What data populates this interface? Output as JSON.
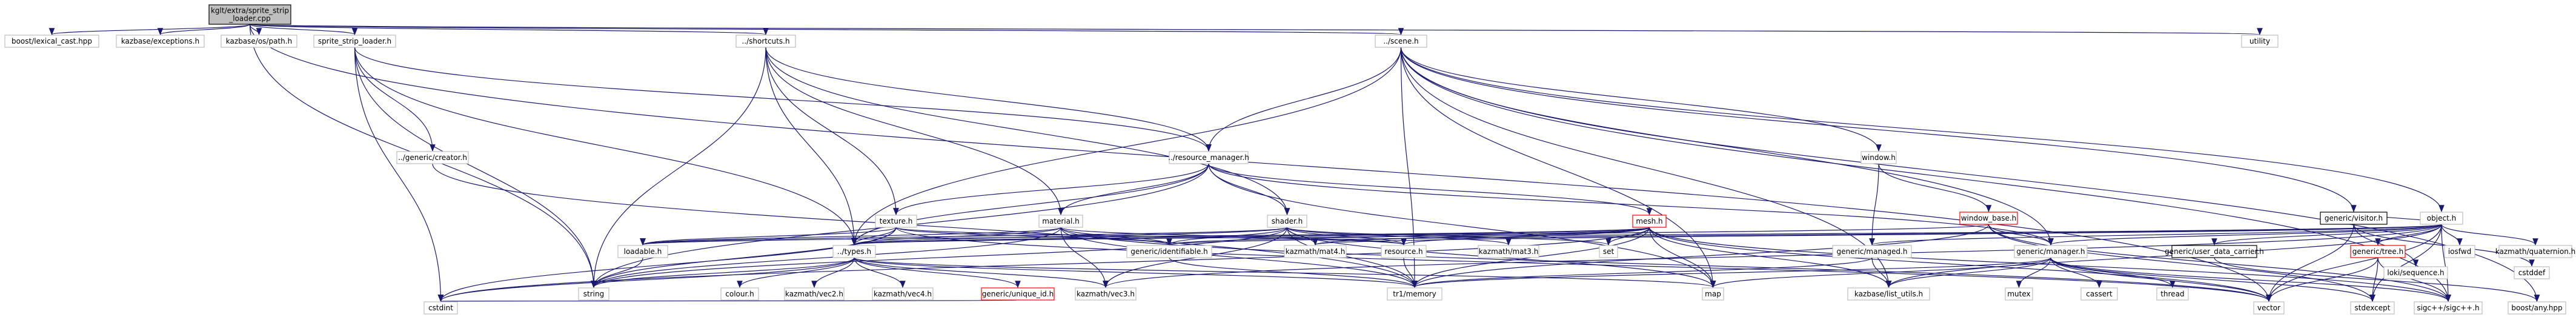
{
  "graph": {
    "nodes": [
      {
        "id": "root",
        "lines": [
          "kglt/extra/sprite_strip",
          "_loader.cpp"
        ],
        "style": "root"
      },
      {
        "id": "lexical_cast",
        "lines": [
          "boost/lexical_cast.hpp"
        ],
        "style": "plain"
      },
      {
        "id": "exceptions",
        "lines": [
          "kazbase/exceptions.h"
        ],
        "style": "plain"
      },
      {
        "id": "os_path",
        "lines": [
          "kazbase/os/path.h"
        ],
        "style": "plain"
      },
      {
        "id": "sprite_strip_loader_h",
        "lines": [
          "sprite_strip_loader.h"
        ],
        "style": "linked"
      },
      {
        "id": "shortcuts",
        "lines": [
          "../shortcuts.h"
        ],
        "style": "linked"
      },
      {
        "id": "scene",
        "lines": [
          "../scene.h"
        ],
        "style": "linked"
      },
      {
        "id": "utility",
        "lines": [
          "utility"
        ],
        "style": "plain"
      },
      {
        "id": "creator",
        "lines": [
          "../generic/creator.h"
        ],
        "style": "linked"
      },
      {
        "id": "resource_manager",
        "lines": [
          "../resource_manager.h"
        ],
        "style": "linked"
      },
      {
        "id": "window",
        "lines": [
          "window.h"
        ],
        "style": "linked"
      },
      {
        "id": "window_base",
        "lines": [
          "window_base.h"
        ],
        "style": "red"
      },
      {
        "id": "object",
        "lines": [
          "object.h"
        ],
        "style": "linked"
      },
      {
        "id": "texture",
        "lines": [
          "texture.h"
        ],
        "style": "linked"
      },
      {
        "id": "material",
        "lines": [
          "material.h"
        ],
        "style": "linked"
      },
      {
        "id": "shader",
        "lines": [
          "shader.h"
        ],
        "style": "linked"
      },
      {
        "id": "mesh",
        "lines": [
          "mesh.h"
        ],
        "style": "red"
      },
      {
        "id": "loadable",
        "lines": [
          "loadable.h"
        ],
        "style": "linked"
      },
      {
        "id": "types",
        "lines": [
          "../types.h"
        ],
        "style": "linked"
      },
      {
        "id": "identifiable",
        "lines": [
          "generic/identifiable.h"
        ],
        "style": "linked"
      },
      {
        "id": "mat4",
        "lines": [
          "kazmath/mat4.h"
        ],
        "style": "plain"
      },
      {
        "id": "resource_h",
        "lines": [
          "resource.h"
        ],
        "style": "linked"
      },
      {
        "id": "mat3",
        "lines": [
          "kazmath/mat3.h"
        ],
        "style": "plain"
      },
      {
        "id": "set",
        "lines": [
          "set"
        ],
        "style": "plain"
      },
      {
        "id": "managed",
        "lines": [
          "generic/managed.h"
        ],
        "style": "linked"
      },
      {
        "id": "manager",
        "lines": [
          "generic/manager.h"
        ],
        "style": "linked"
      },
      {
        "id": "tree",
        "lines": [
          "generic/tree.h"
        ],
        "style": "red"
      },
      {
        "id": "iostfwd",
        "lines": [
          "iosfwd"
        ],
        "style": "plain"
      },
      {
        "id": "quaternion",
        "lines": [
          "kazmath/quaternion.h"
        ],
        "style": "plain"
      },
      {
        "id": "user_data_carrier",
        "lines": [
          "generic/user_data_carrier.h"
        ],
        "style": "black"
      },
      {
        "id": "visitor",
        "lines": [
          "generic/visitor.h"
        ],
        "style": "black"
      },
      {
        "id": "string",
        "lines": [
          "string"
        ],
        "style": "plain"
      },
      {
        "id": "colour",
        "lines": [
          "colour.h"
        ],
        "style": "linked"
      },
      {
        "id": "vec2",
        "lines": [
          "kazmath/vec2.h"
        ],
        "style": "plain"
      },
      {
        "id": "vec4",
        "lines": [
          "kazmath/vec4.h"
        ],
        "style": "plain"
      },
      {
        "id": "unique_id",
        "lines": [
          "generic/unique_id.h"
        ],
        "style": "red"
      },
      {
        "id": "vec3",
        "lines": [
          "kazmath/vec3.h"
        ],
        "style": "plain"
      },
      {
        "id": "tr1_memory",
        "lines": [
          "tr1/memory"
        ],
        "style": "plain"
      },
      {
        "id": "map",
        "lines": [
          "map"
        ],
        "style": "plain"
      },
      {
        "id": "list_utils",
        "lines": [
          "kazbase/list_utils.h"
        ],
        "style": "plain"
      },
      {
        "id": "mutex",
        "lines": [
          "mutex"
        ],
        "style": "plain"
      },
      {
        "id": "cassert",
        "lines": [
          "cassert"
        ],
        "style": "plain"
      },
      {
        "id": "thread",
        "lines": [
          "thread"
        ],
        "style": "plain"
      },
      {
        "id": "vector",
        "lines": [
          "vector"
        ],
        "style": "plain"
      },
      {
        "id": "stdexcept",
        "lines": [
          "stdexcept"
        ],
        "style": "plain"
      },
      {
        "id": "sigc",
        "lines": [
          "sigc++/sigc++.h"
        ],
        "style": "plain"
      },
      {
        "id": "boost_any",
        "lines": [
          "boost/any.hpp"
        ],
        "style": "plain"
      },
      {
        "id": "loki_sequence",
        "lines": [
          "loki/sequence.h"
        ],
        "style": "plain"
      },
      {
        "id": "cstddef",
        "lines": [
          "cstddef"
        ],
        "style": "plain"
      },
      {
        "id": "cstdint",
        "lines": [
          "cstdint"
        ],
        "style": "plain"
      }
    ],
    "edges": [
      [
        "root",
        "lexical_cast"
      ],
      [
        "root",
        "exceptions"
      ],
      [
        "root",
        "os_path"
      ],
      [
        "root",
        "sprite_strip_loader_h"
      ],
      [
        "root",
        "shortcuts"
      ],
      [
        "root",
        "scene"
      ],
      [
        "root",
        "utility"
      ],
      [
        "root",
        "string"
      ],
      [
        "root",
        "vector"
      ],
      [
        "sprite_strip_loader_h",
        "creator"
      ],
      [
        "sprite_strip_loader_h",
        "resource_manager"
      ],
      [
        "sprite_strip_loader_h",
        "types"
      ],
      [
        "sprite_strip_loader_h",
        "cstdint"
      ],
      [
        "sprite_strip_loader_h",
        "string"
      ],
      [
        "creator",
        "tr1_memory"
      ],
      [
        "shortcuts",
        "resource_manager"
      ],
      [
        "shortcuts",
        "texture"
      ],
      [
        "shortcuts",
        "material"
      ],
      [
        "shortcuts",
        "shader"
      ],
      [
        "shortcuts",
        "types"
      ],
      [
        "shortcuts",
        "string"
      ],
      [
        "scene",
        "resource_manager"
      ],
      [
        "scene",
        "window"
      ],
      [
        "scene",
        "object"
      ],
      [
        "scene",
        "manager"
      ],
      [
        "scene",
        "visitor"
      ],
      [
        "scene",
        "types"
      ],
      [
        "scene",
        "map"
      ],
      [
        "scene",
        "list_utils"
      ],
      [
        "scene",
        "sigc"
      ],
      [
        "scene",
        "boost_any"
      ],
      [
        "scene",
        "tr1_memory"
      ],
      [
        "resource_manager",
        "texture"
      ],
      [
        "resource_manager",
        "material"
      ],
      [
        "resource_manager",
        "shader"
      ],
      [
        "resource_manager",
        "mesh"
      ],
      [
        "resource_manager",
        "manager"
      ],
      [
        "resource_manager",
        "types"
      ],
      [
        "resource_manager",
        "map"
      ],
      [
        "resource_manager",
        "string"
      ],
      [
        "window",
        "window_base"
      ],
      [
        "window",
        "managed"
      ],
      [
        "window_base",
        "manager"
      ],
      [
        "window_base",
        "types"
      ],
      [
        "window_base",
        "sigc"
      ],
      [
        "window_base",
        "stdexcept"
      ],
      [
        "window_base",
        "tr1_memory"
      ],
      [
        "texture",
        "loadable"
      ],
      [
        "texture",
        "types"
      ],
      [
        "texture",
        "identifiable"
      ],
      [
        "texture",
        "resource_h"
      ],
      [
        "texture",
        "string"
      ],
      [
        "texture",
        "vector"
      ],
      [
        "texture",
        "cstdint"
      ],
      [
        "material",
        "loadable"
      ],
      [
        "material",
        "types"
      ],
      [
        "material",
        "identifiable"
      ],
      [
        "material",
        "resource_h"
      ],
      [
        "material",
        "string"
      ],
      [
        "material",
        "tr1_memory"
      ],
      [
        "material",
        "vector"
      ],
      [
        "material",
        "vec3"
      ],
      [
        "shader",
        "loadable"
      ],
      [
        "shader",
        "types"
      ],
      [
        "shader",
        "identifiable"
      ],
      [
        "shader",
        "mat4"
      ],
      [
        "shader",
        "resource_h"
      ],
      [
        "shader",
        "mat3"
      ],
      [
        "shader",
        "set"
      ],
      [
        "shader",
        "string"
      ],
      [
        "shader",
        "map"
      ],
      [
        "shader",
        "tr1_memory"
      ],
      [
        "shader",
        "vec3"
      ],
      [
        "mesh",
        "loadable"
      ],
      [
        "mesh",
        "types"
      ],
      [
        "mesh",
        "identifiable"
      ],
      [
        "mesh",
        "resource_h"
      ],
      [
        "mesh",
        "mat4"
      ],
      [
        "mesh",
        "set"
      ],
      [
        "mesh",
        "map"
      ],
      [
        "mesh",
        "tr1_memory"
      ],
      [
        "mesh",
        "list_utils"
      ],
      [
        "mesh",
        "vector"
      ],
      [
        "mesh",
        "cstdint"
      ],
      [
        "mesh",
        "sigc"
      ],
      [
        "object",
        "types"
      ],
      [
        "object",
        "identifiable"
      ],
      [
        "object",
        "mat4"
      ],
      [
        "object",
        "managed"
      ],
      [
        "object",
        "manager"
      ],
      [
        "object",
        "tree"
      ],
      [
        "object",
        "iostfwd"
      ],
      [
        "object",
        "quaternion"
      ],
      [
        "object",
        "user_data_carrier"
      ],
      [
        "object",
        "visitor"
      ],
      [
        "object",
        "vector"
      ],
      [
        "object",
        "stdexcept"
      ],
      [
        "object",
        "sigc"
      ],
      [
        "object",
        "list_utils"
      ],
      [
        "object",
        "vec3"
      ],
      [
        "types",
        "string"
      ],
      [
        "types",
        "colour"
      ],
      [
        "types",
        "vec2"
      ],
      [
        "types",
        "vec4"
      ],
      [
        "types",
        "unique_id"
      ],
      [
        "types",
        "vec3"
      ],
      [
        "types",
        "tr1_memory"
      ],
      [
        "types",
        "cstdint"
      ],
      [
        "types",
        "map"
      ],
      [
        "unique_id",
        "cstdint"
      ],
      [
        "managed",
        "tr1_memory"
      ],
      [
        "managed",
        "list_utils"
      ],
      [
        "manager",
        "mutex"
      ],
      [
        "manager",
        "cassert"
      ],
      [
        "manager",
        "thread"
      ],
      [
        "manager",
        "vector"
      ],
      [
        "manager",
        "stdexcept"
      ],
      [
        "manager",
        "sigc"
      ],
      [
        "manager",
        "map"
      ],
      [
        "manager",
        "tr1_memory"
      ],
      [
        "manager",
        "list_utils"
      ],
      [
        "tree",
        "vector"
      ],
      [
        "tree",
        "stdexcept"
      ],
      [
        "tree",
        "sigc"
      ],
      [
        "user_data_carrier",
        "boost_any"
      ],
      [
        "visitor",
        "loki_sequence"
      ],
      [
        "visitor",
        "cstddef"
      ],
      [
        "visitor",
        "vector"
      ],
      [
        "loadable",
        "string"
      ],
      [
        "resource_h",
        "tr1_memory"
      ],
      [
        "identifiable",
        "tr1_memory"
      ]
    ]
  }
}
